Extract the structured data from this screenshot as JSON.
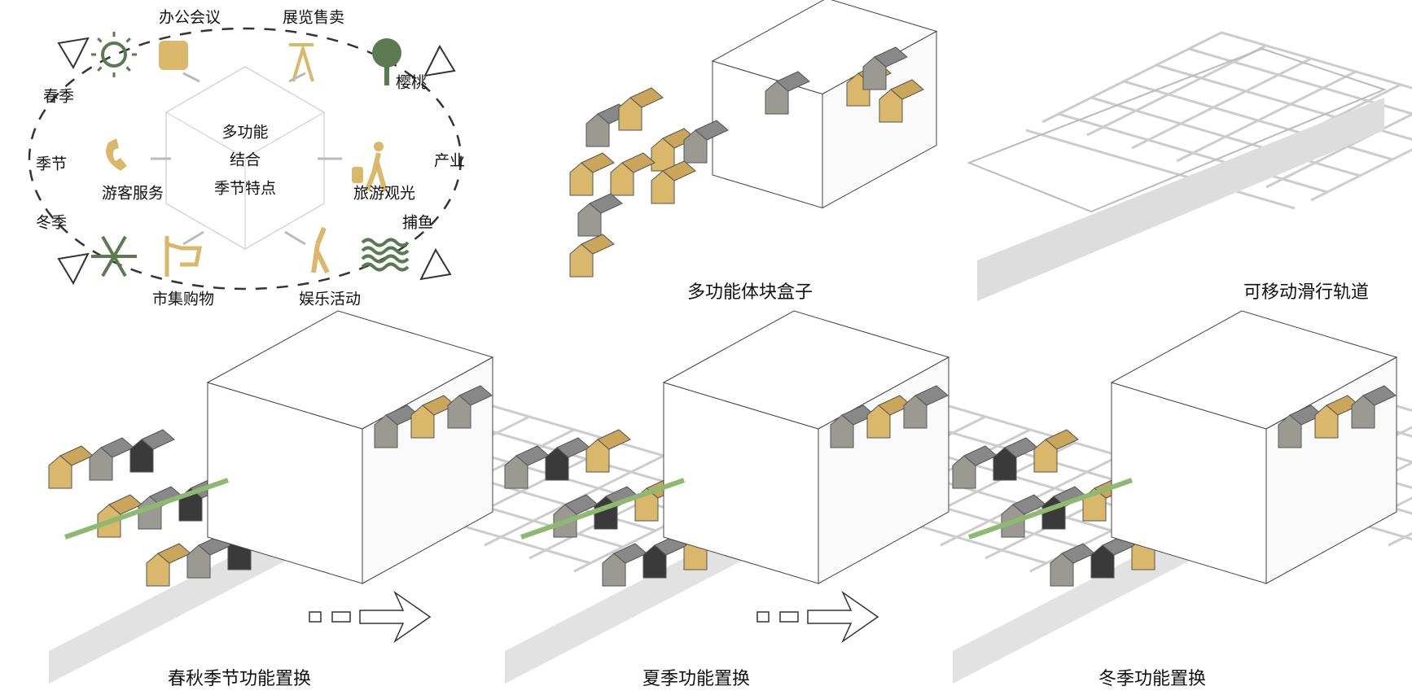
{
  "concept": {
    "center": [
      "多功能",
      "结合",
      "季节特点"
    ],
    "seasons": {
      "spring": "春季",
      "season": "季节",
      "winter": "冬季"
    },
    "industry": {
      "cherry": "樱桃",
      "industry": "产业",
      "fishing": "捕鱼"
    },
    "functions": {
      "office": "办公会议",
      "exhibition": "展览售卖",
      "visitor_service": "游客服务",
      "tourism": "旅游观光",
      "market": "市集购物",
      "entertainment": "娱乐活动"
    }
  },
  "captions": {
    "boxes": "多功能体块盒子",
    "track": "可移动滑行轨道",
    "spring_autumn": "春秋季节功能置换",
    "summer": "夏季功能置换",
    "winter": "冬季功能置换"
  },
  "colors": {
    "tan": "#d9b86c",
    "green": "#5b7a52",
    "grey": "#9a9a92",
    "dark": "#3a3a3a"
  }
}
